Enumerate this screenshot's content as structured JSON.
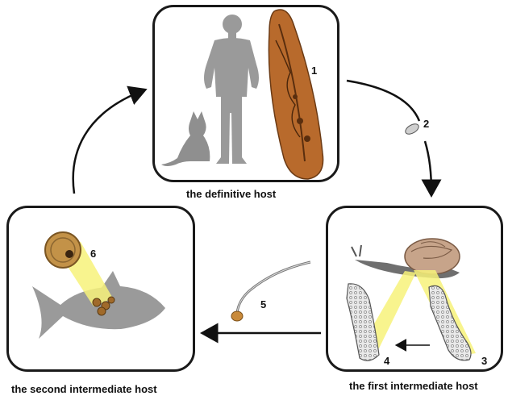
{
  "hosts": {
    "definitive": "the definitive host",
    "first_intermediate": "the first intermediate host",
    "second_intermediate": "the second intermediate host"
  },
  "stages": [
    "1",
    "2",
    "3",
    "4",
    "5",
    "6"
  ],
  "icons": {
    "human": "human-silhouette-icon",
    "cat": "cat-silhouette-icon",
    "adult_fluke": "adult-fluke-icon",
    "egg": "egg-icon",
    "snail": "snail-icon",
    "fish": "fish-icon",
    "cercaria": "cercaria-icon",
    "metacercaria": "metacercaria-icon"
  },
  "colors": {
    "silhouette": "#9a9a9a",
    "fluke": "#b86a2c",
    "highlight": "#f7f27a",
    "outline": "#1a1a1a"
  }
}
